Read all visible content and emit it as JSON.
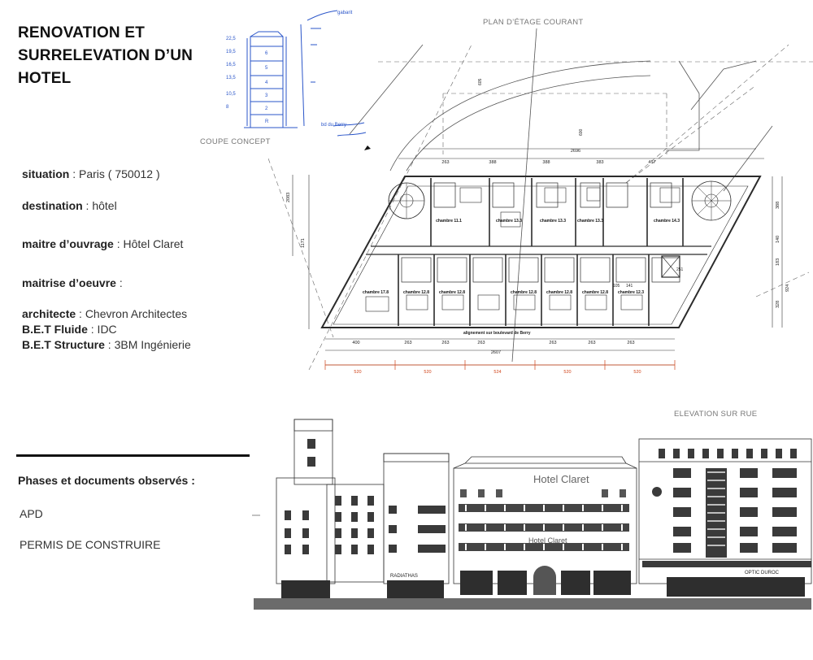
{
  "project": {
    "title_lines": [
      "RENOVATION ET",
      "SURRELEVATION D’UN",
      "HOTEL"
    ]
  },
  "info": {
    "situation": {
      "key": "situation",
      "value": " : Paris  ( 750012 )"
    },
    "destination": {
      "key": "destination",
      "value": " : hôtel"
    },
    "maitre_ouvrage": {
      "key": "maitre d’ouvrage",
      "value": " : Hôtel Claret"
    },
    "maitrise_oeuvre": {
      "key": "maitrise d’oeuvre",
      "value": " :"
    },
    "architecte": {
      "key": "architecte",
      "value": " : Chevron Architectes"
    },
    "bet_fluide": {
      "key": "B.E.T Fluide",
      "value": " : IDC"
    },
    "bet_structure": {
      "key": "B.E.T Structure",
      "value": " : 3BM Ingénierie"
    }
  },
  "phases": {
    "heading": "Phases et documents observés :",
    "items": [
      "APD",
      "PERMIS DE CONSTRUIRE"
    ]
  },
  "captions": {
    "coupe": "COUPE CONCEPT",
    "plan": "PLAN D’ÉTAGE COURANT",
    "elevation": "ELEVATION SUR RUE"
  },
  "plan": {
    "top_dims": [
      "263",
      "388",
      "388",
      "383",
      "417"
    ],
    "top_total": "2696",
    "bottom_dims": [
      "400",
      "263",
      "263",
      "263",
      "263",
      "263",
      "263"
    ],
    "bottom_total": "2607",
    "bottom_red_dims": [
      "520",
      "520",
      "524",
      "520",
      "520"
    ],
    "left_dims": [
      "1171",
      "2083"
    ],
    "right_dims": [
      "388",
      "140",
      "183",
      "924",
      "328"
    ],
    "rooms_top": [
      "chambre 11.1",
      "chambre 13.3",
      "chambre 13.3",
      "chambre 13.3",
      "chambre 14.3"
    ],
    "rooms_bottom": [
      "chambre 17.8",
      "chambre 12.8",
      "chambre 12.8",
      "chambre 12.8",
      "chambre 12.8",
      "chambre 12.8",
      "chambre 12.3"
    ],
    "street_label": "alignement sur boulevard de Berry",
    "misc_labels": [
      "605",
      "600",
      "105",
      "141",
      "251"
    ]
  },
  "elevation": {
    "hotel_sign": "Hotel Claret",
    "shop_sign_left": "RADIATHAS",
    "shop_sign_right": "OPTIC DUROC"
  },
  "colors": {
    "sketch_blue": "#2a55c9",
    "dim_red": "#d0441a",
    "line": "#2b2b2b"
  }
}
